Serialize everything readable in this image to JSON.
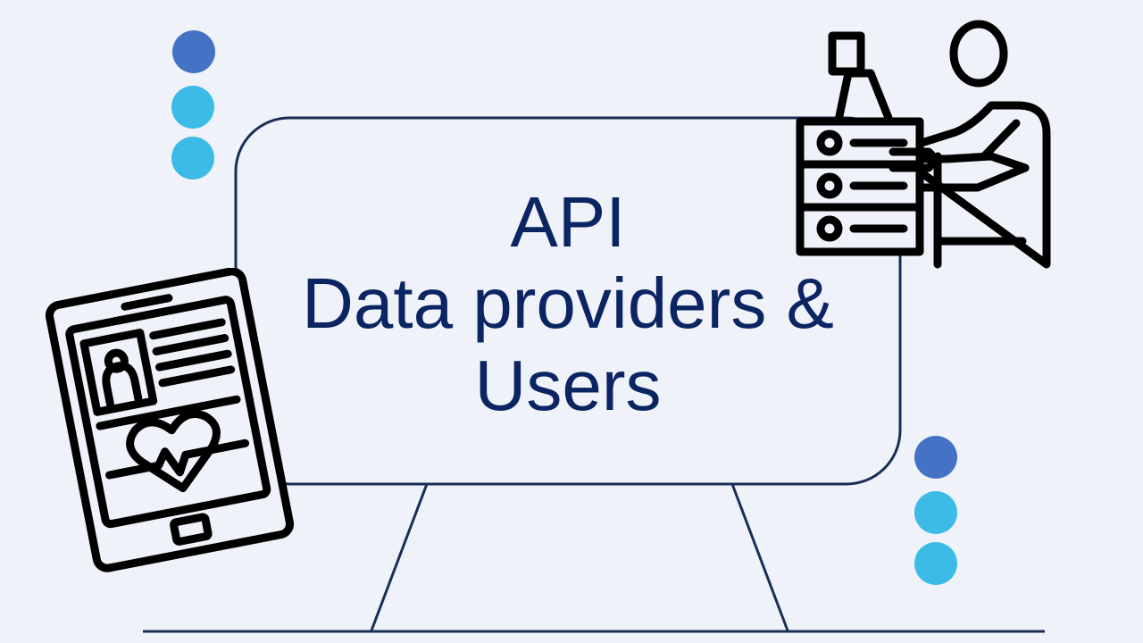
{
  "slide": {
    "title_lines": [
      "API",
      "Data providers &",
      "Users"
    ]
  },
  "colors": {
    "background": "#eff2f9",
    "text": "#0b2462",
    "outline": "#1a2e55",
    "dot_dark": "#4472c4",
    "dot_light": "#3bbbe6",
    "icon_stroke": "#000000"
  },
  "icons": {
    "top_right": "server-admin-icon",
    "left": "medical-tablet-icon"
  }
}
